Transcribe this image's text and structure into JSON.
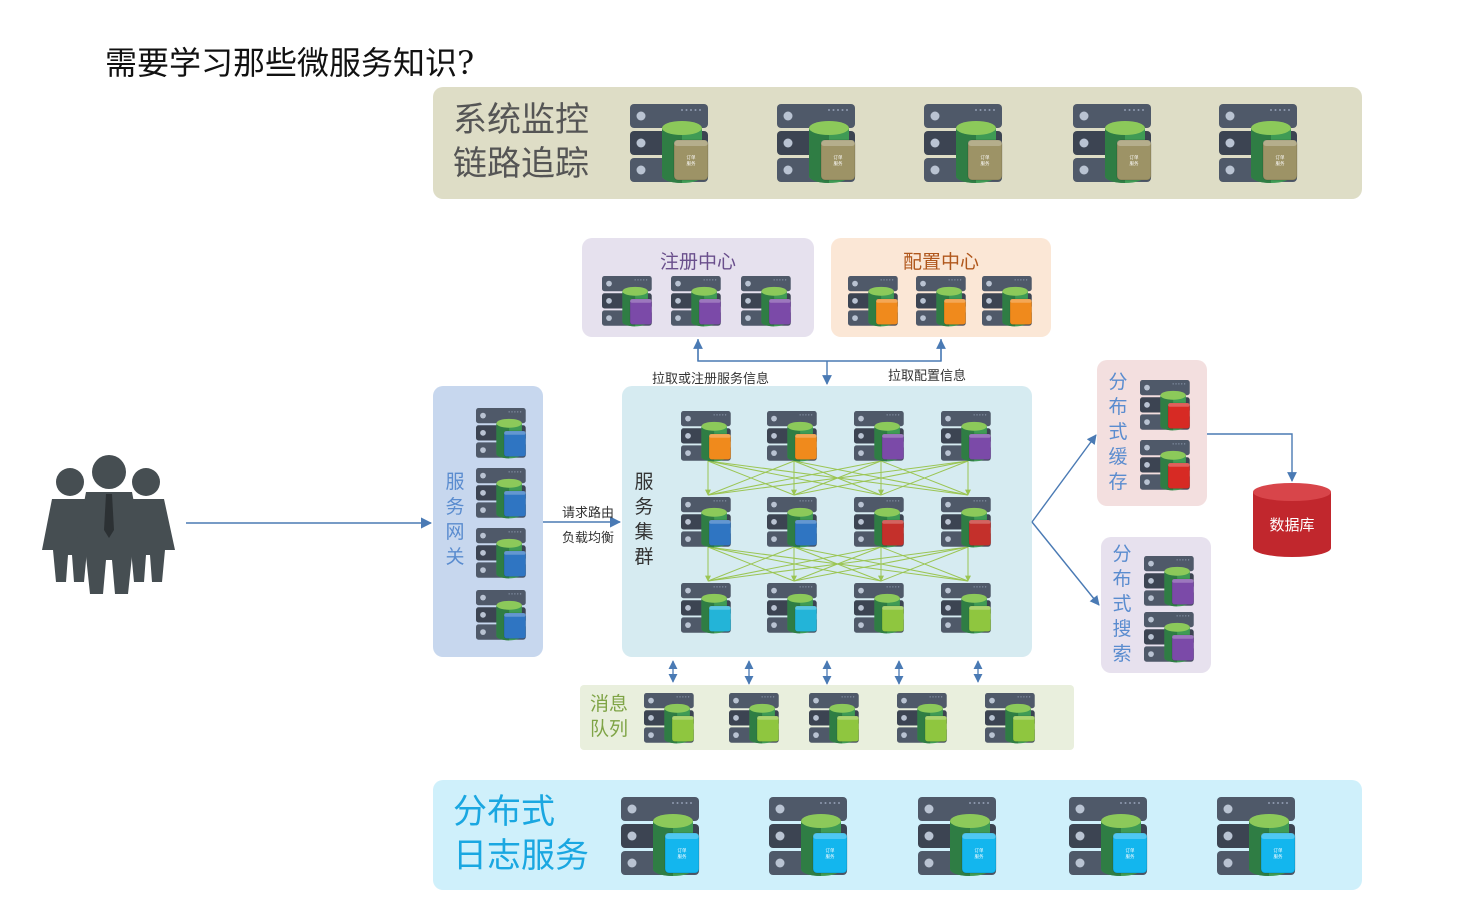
{
  "title": "需要学习那些微服务知识?",
  "monitoring": {
    "line1": "系统监控",
    "line2": "链路追踪",
    "node_label": "订单\n服务",
    "count": 5
  },
  "registry": {
    "label": "注册中心",
    "count": 3
  },
  "config": {
    "label": "配置中心",
    "count": 3
  },
  "gateway": {
    "label": "服务\n网关",
    "count": 4
  },
  "cluster": {
    "label": "服务\n集群",
    "rows": 3,
    "cols": 4
  },
  "cache": {
    "label": "分布式缓存",
    "count": 2
  },
  "search": {
    "label": "分布式搜索",
    "count": 2
  },
  "database": {
    "label": "数据库"
  },
  "mq": {
    "line1": "消息",
    "line2": "队列",
    "count": 5
  },
  "logging": {
    "line1": "分布式",
    "line2": "日志服务",
    "node_label": "订单\n服务",
    "count": 5
  },
  "edges": {
    "pull_register": "拉取或注册服务信息",
    "pull_config": "拉取配置信息",
    "route_line1": "请求路由",
    "route_line2": "负载均衡"
  },
  "colors": {
    "monitor_bg": "#deddc6",
    "registry_bg": "#e6e1ee",
    "config_bg": "#fbe7d6",
    "gateway_bg": "#c7d7ee",
    "cluster_bg": "#d6ebf1",
    "cache_bg": "#f3dfdf",
    "search_bg": "#e7e1ee",
    "mq_bg": "#e9efdd",
    "log_bg": "#cff0fb",
    "registry_text": "#6a4f8c",
    "config_text": "#b0571c",
    "gateway_text": "#5a8ccf",
    "mq_text": "#7fa446",
    "log_text": "#1aa7e1",
    "arrow": "#4a7ab4",
    "mesh": "#9bc553",
    "db": "#c1272d"
  }
}
